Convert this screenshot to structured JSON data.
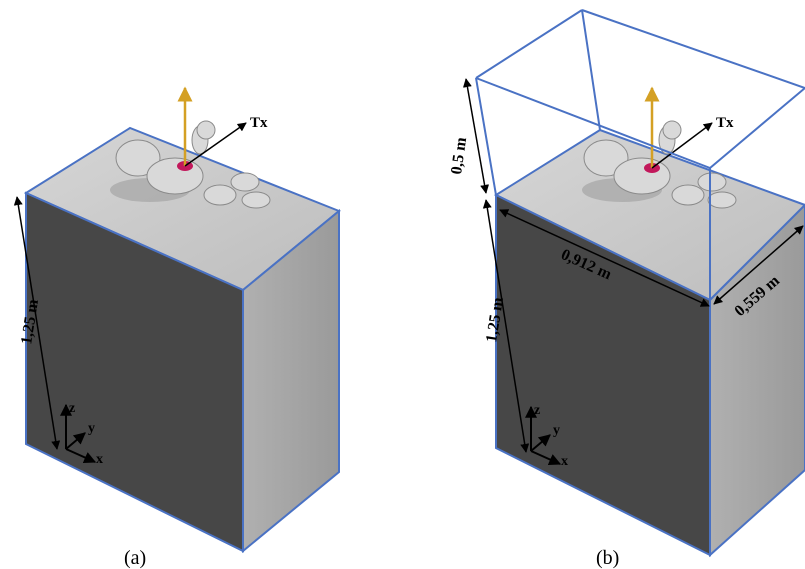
{
  "panel_a": {
    "caption": "(a)",
    "tx_label": "Tx",
    "height_label": "1,25 m",
    "axis": {
      "z": "z",
      "y": "y",
      "x": "x"
    }
  },
  "panel_b": {
    "caption": "(b)",
    "tx_label": "Tx",
    "height_label": "1,25 m",
    "air_height_label": "0,5 m",
    "width_label": "0,912 m",
    "depth_label": "0,559 m",
    "axis": {
      "z": "z",
      "y": "y",
      "x": "x"
    }
  },
  "colors": {
    "edge": "#4a72c4",
    "front_face": "#474747",
    "side_face": "#a3a3a3",
    "top_face": "#c8c8c8",
    "tx_arrow": "#d4a024",
    "antenna": "#c2185b",
    "baby": "#d9d9d9"
  }
}
